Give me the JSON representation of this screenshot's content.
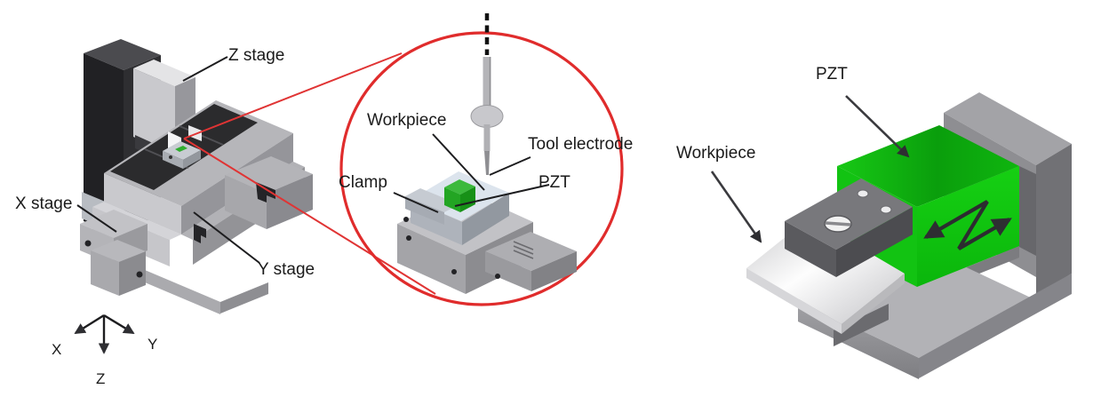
{
  "figure": {
    "machine_view": {
      "z_stage_label": "Z stage",
      "x_stage_label": "X stage",
      "y_stage_label": "Y stage",
      "axis_labels": {
        "x": "X",
        "y": "Y",
        "z": "Z"
      }
    },
    "detail_view": {
      "workpiece_label": "Workpiece",
      "tool_electrode_label": "Tool electrode",
      "clamp_label": "Clamp",
      "pzt_label": "PZT"
    },
    "vibration_view": {
      "pzt_label": "PZT",
      "workpiece_label": "Workpiece"
    },
    "colors": {
      "highlight_red": "#e02c2c",
      "pzt_green": "#0fc60f",
      "label_text": "#1a1a1a"
    }
  }
}
